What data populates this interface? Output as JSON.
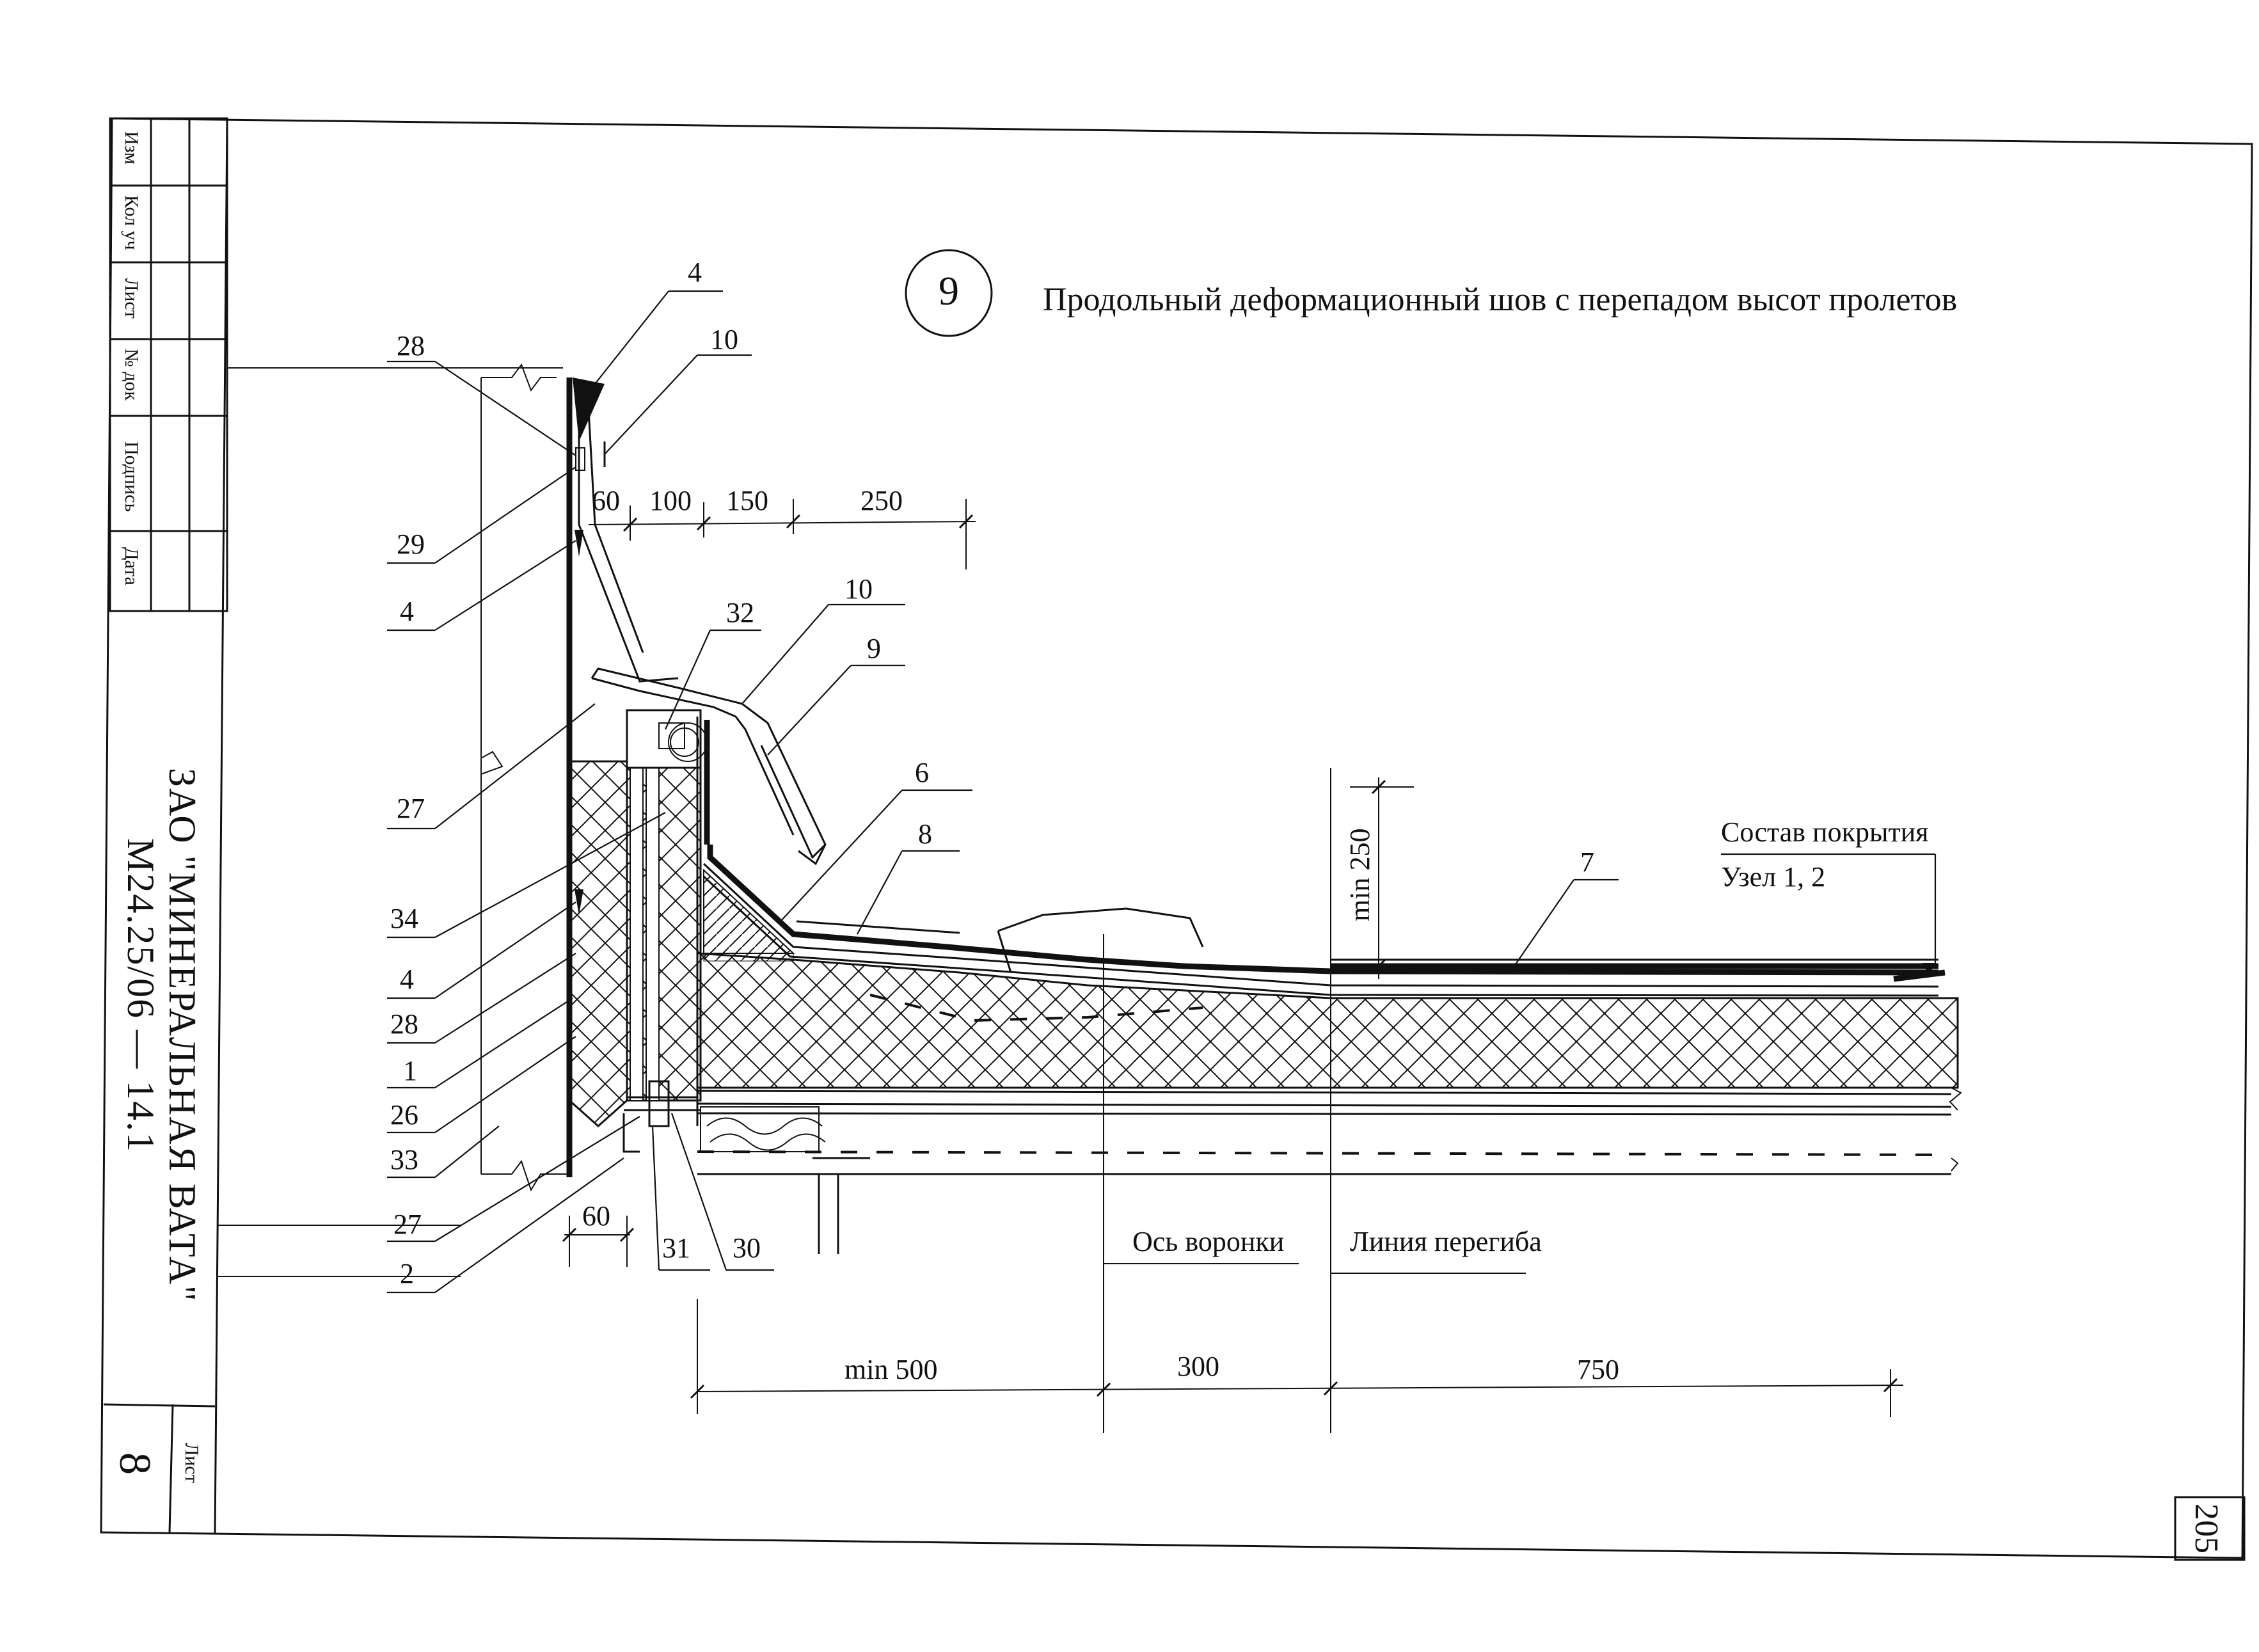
{
  "stamp": {
    "cols": [
      "Изм",
      "Кол уч",
      "Лист",
      "№ док",
      "Подпись",
      "Дата"
    ],
    "organization": "ЗАО \"МИНЕРАЛЬНАЯ ВАТА\"",
    "doc_code": "М24.25/06  —  14.1",
    "sheet_label": "Лист",
    "sheet_number": "8"
  },
  "drawing": {
    "node_number": "9",
    "title": "Продольный деформационный шов с перепадом высот пролетов",
    "page_number": "205",
    "callouts": [
      "28",
      "4",
      "10",
      "29",
      "4",
      "32",
      "10",
      "9",
      "27",
      "6",
      "8",
      "34",
      "4",
      "28",
      "1",
      "26",
      "33",
      "27",
      "2",
      "31",
      "30",
      "7"
    ],
    "dimensions": {
      "top": [
        "60",
        "100",
        "150",
        "250"
      ],
      "vertical": "min 250",
      "bottom_left": "60",
      "bottom": [
        "min 500",
        "300",
        "750"
      ]
    },
    "labels": {
      "funnel_axis": "Ось воронки",
      "bend_line": "Линия перегиба",
      "roof_comp_1": "Состав покрытия",
      "roof_comp_2": "Узел 1, 2"
    }
  },
  "colors": {
    "ink": "#111111",
    "paper": "#ffffff"
  }
}
